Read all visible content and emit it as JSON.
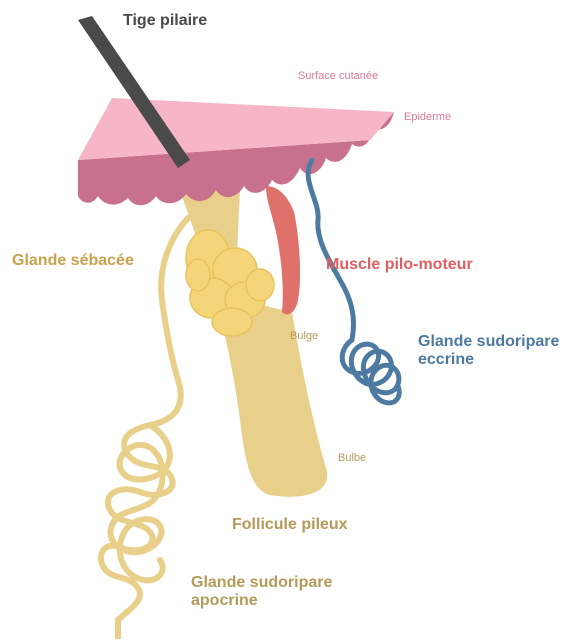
{
  "labels": {
    "tige_pilaire": "Tige pilaire",
    "surface_cutanee": "Surface cutanée",
    "epiderme": "Epiderme",
    "glande_sebacee": "Glande sébacée",
    "muscle_pilo_moteur": "Muscle pilo-moteur",
    "glande_sudoripare_eccrine": [
      "Glande sudoripare",
      "eccrine"
    ],
    "bulge": "Bulge",
    "bulbe": "Bulbe",
    "follicule_pileux": "Follicule pileux",
    "glande_sudoripare_apocrine": [
      "Glande sudoripare",
      "apocrine"
    ]
  },
  "colors": {
    "hair_shaft": "#4a4a4a",
    "epidermis_top": "#f7b6c8",
    "epidermis_side": "#c8718f",
    "follicle": "#e8cf8a",
    "sebaceous_gland": "#f5d57a",
    "muscle": "#e0706a",
    "eccrine_gland": "#4d7aa0",
    "apocrine_gland": "#e8cf8a",
    "label_dark": "#4a4a4a",
    "label_pink": "#d97a9b",
    "label_muscle": "#e06060",
    "label_eccrine": "#4d7aa0",
    "label_tan": "#c9a24c",
    "label_tan_dark": "#b49a5a"
  }
}
